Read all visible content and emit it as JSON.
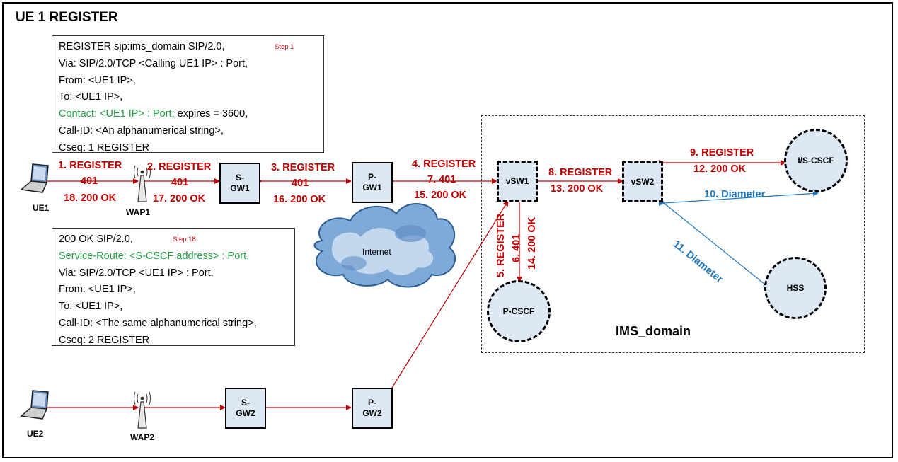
{
  "title": "UE 1 REGISTER",
  "request_box": {
    "step": "Step 1",
    "lines": [
      {
        "text": "REGISTER sip:ims_domain SIP/2.0,"
      },
      {
        "text": "Via: SIP/2.0/TCP <Calling UE1 IP> : Port,"
      },
      {
        "text": "From:  <UE1 IP>,"
      },
      {
        "text": "To:  <UE1 IP>,"
      },
      {
        "green": "Contact: <UE1 IP> : Port;",
        "text": " expires = 3600,"
      },
      {
        "text": "Call-ID: <An alphanumerical string>,"
      },
      {
        "text": "Cseq: 1 REGISTER"
      }
    ]
  },
  "response_box": {
    "step": "Step 18",
    "lines": [
      {
        "text": "200 OK SIP/2.0,"
      },
      {
        "green": "Service-Route: <S-CSCF address> : Port,",
        "text": ""
      },
      {
        "text": "Via: SIP/2.0/TCP <UE1 IP> : Port,"
      },
      {
        "text": "From:  <UE1 IP>,"
      },
      {
        "text": "To:  <UE1 IP>,"
      },
      {
        "text": "Call-ID: <The same alphanumerical string>,"
      },
      {
        "text": "Cseq: 2 REGISTER"
      }
    ]
  },
  "nodes": {
    "sgw1": "S-\nGW1",
    "pgw1": "P-\nGW1",
    "sgw2": "S-\nGW2",
    "pgw2": "P-\nGW2",
    "vsw1": "vSW1",
    "vsw2": "vSW2",
    "pcscf": "P-CSCF",
    "iscscf": "I/S-CSCF",
    "hss": "HSS",
    "ue1": "UE1",
    "ue2": "UE2",
    "wap1": "WAP1",
    "wap2": "WAP2",
    "internet": "Internet"
  },
  "domain_label": "IMS_domain",
  "messages": {
    "m1": "1. REGISTER",
    "m401a": "401",
    "m18": "18. 200 OK",
    "m2": "2. REGISTER",
    "m401b": "401",
    "m17": "17. 200 OK",
    "m3": "3. REGISTER",
    "m401c": "401",
    "m16": "16. 200 OK",
    "m4": "4. REGISTER",
    "m7": "7. 401",
    "m15": "15. 200 OK",
    "m8": "8. REGISTER",
    "m13": "13. 200 OK",
    "m9": "9. REGISTER",
    "m12": "12. 200 OK",
    "m10": "10. Diameter",
    "m11": "11. Diameter",
    "m5": "5. REGISTER",
    "m6": "6. 401",
    "m14": "14. 200 OK"
  },
  "colors": {
    "red": "#c00000",
    "blue": "#1f77c0",
    "green": "#22a045",
    "node_fill": "#dde8f4"
  }
}
